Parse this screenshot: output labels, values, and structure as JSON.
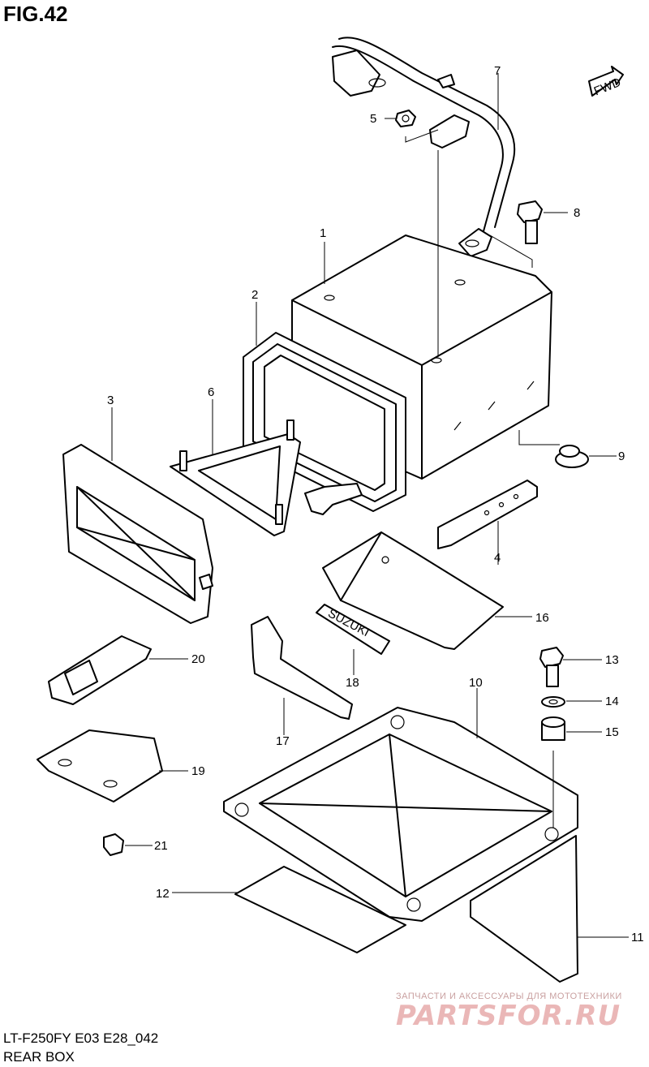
{
  "figure": {
    "title": "FIG.42",
    "model_code": "LT-F250FY E03 E28_042",
    "name": "REAR BOX"
  },
  "fwd_label": "FWD",
  "tool_pouch_brand": "SUZUKI",
  "callouts": [
    "1",
    "2",
    "3",
    "4",
    "5",
    "6",
    "7",
    "8",
    "9",
    "10",
    "11",
    "12",
    "13",
    "14",
    "15",
    "16",
    "17",
    "18",
    "19",
    "20",
    "21"
  ],
  "watermark": {
    "tagline": "ЗАПЧАСТИ И АКСЕССУАРЫ ДЛЯ МОТОТЕХНИКИ",
    "brand": "PARTSFOR.RU"
  }
}
